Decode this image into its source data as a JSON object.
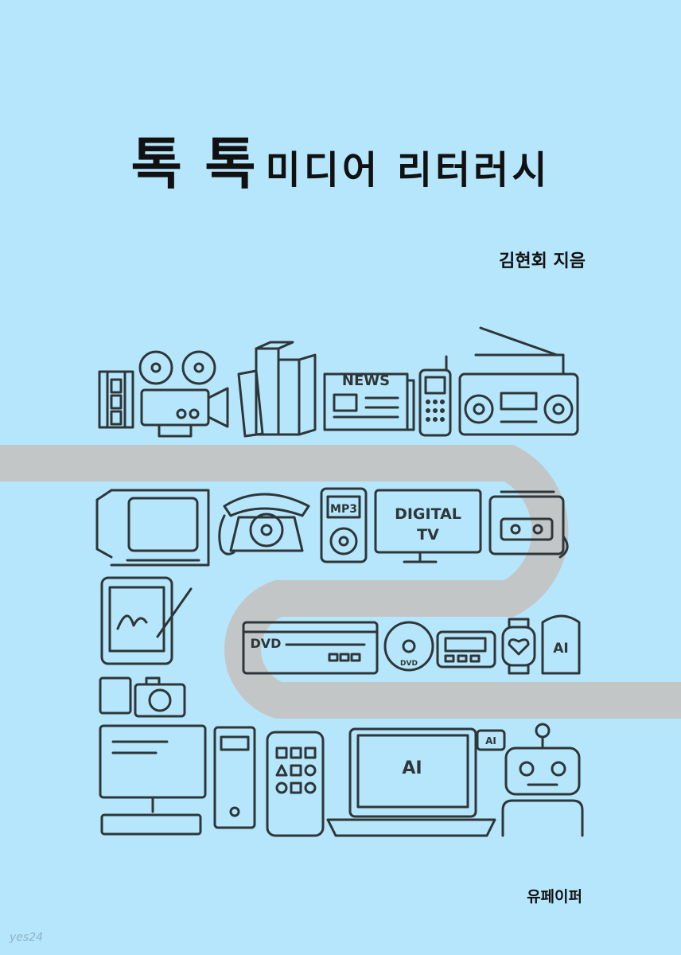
{
  "cover": {
    "title_big": "톡 톡",
    "title_small": "미디어 리터러시",
    "author": "김현회 지음",
    "publisher": "유페이퍼",
    "watermark": "yes24"
  },
  "icon_labels": {
    "news": "NEWS",
    "mp3": "MP3",
    "digital_tv_line1": "DIGITAL",
    "digital_tv_line2": "TV",
    "dvd": "DVD",
    "disc": "DVD",
    "speaker": "AI",
    "laptop": "AI",
    "robot_bubble": "AI"
  },
  "colors": {
    "background": "#b6e6fb",
    "road": "#c3c6c7",
    "icon_stroke": "#2e3638"
  }
}
